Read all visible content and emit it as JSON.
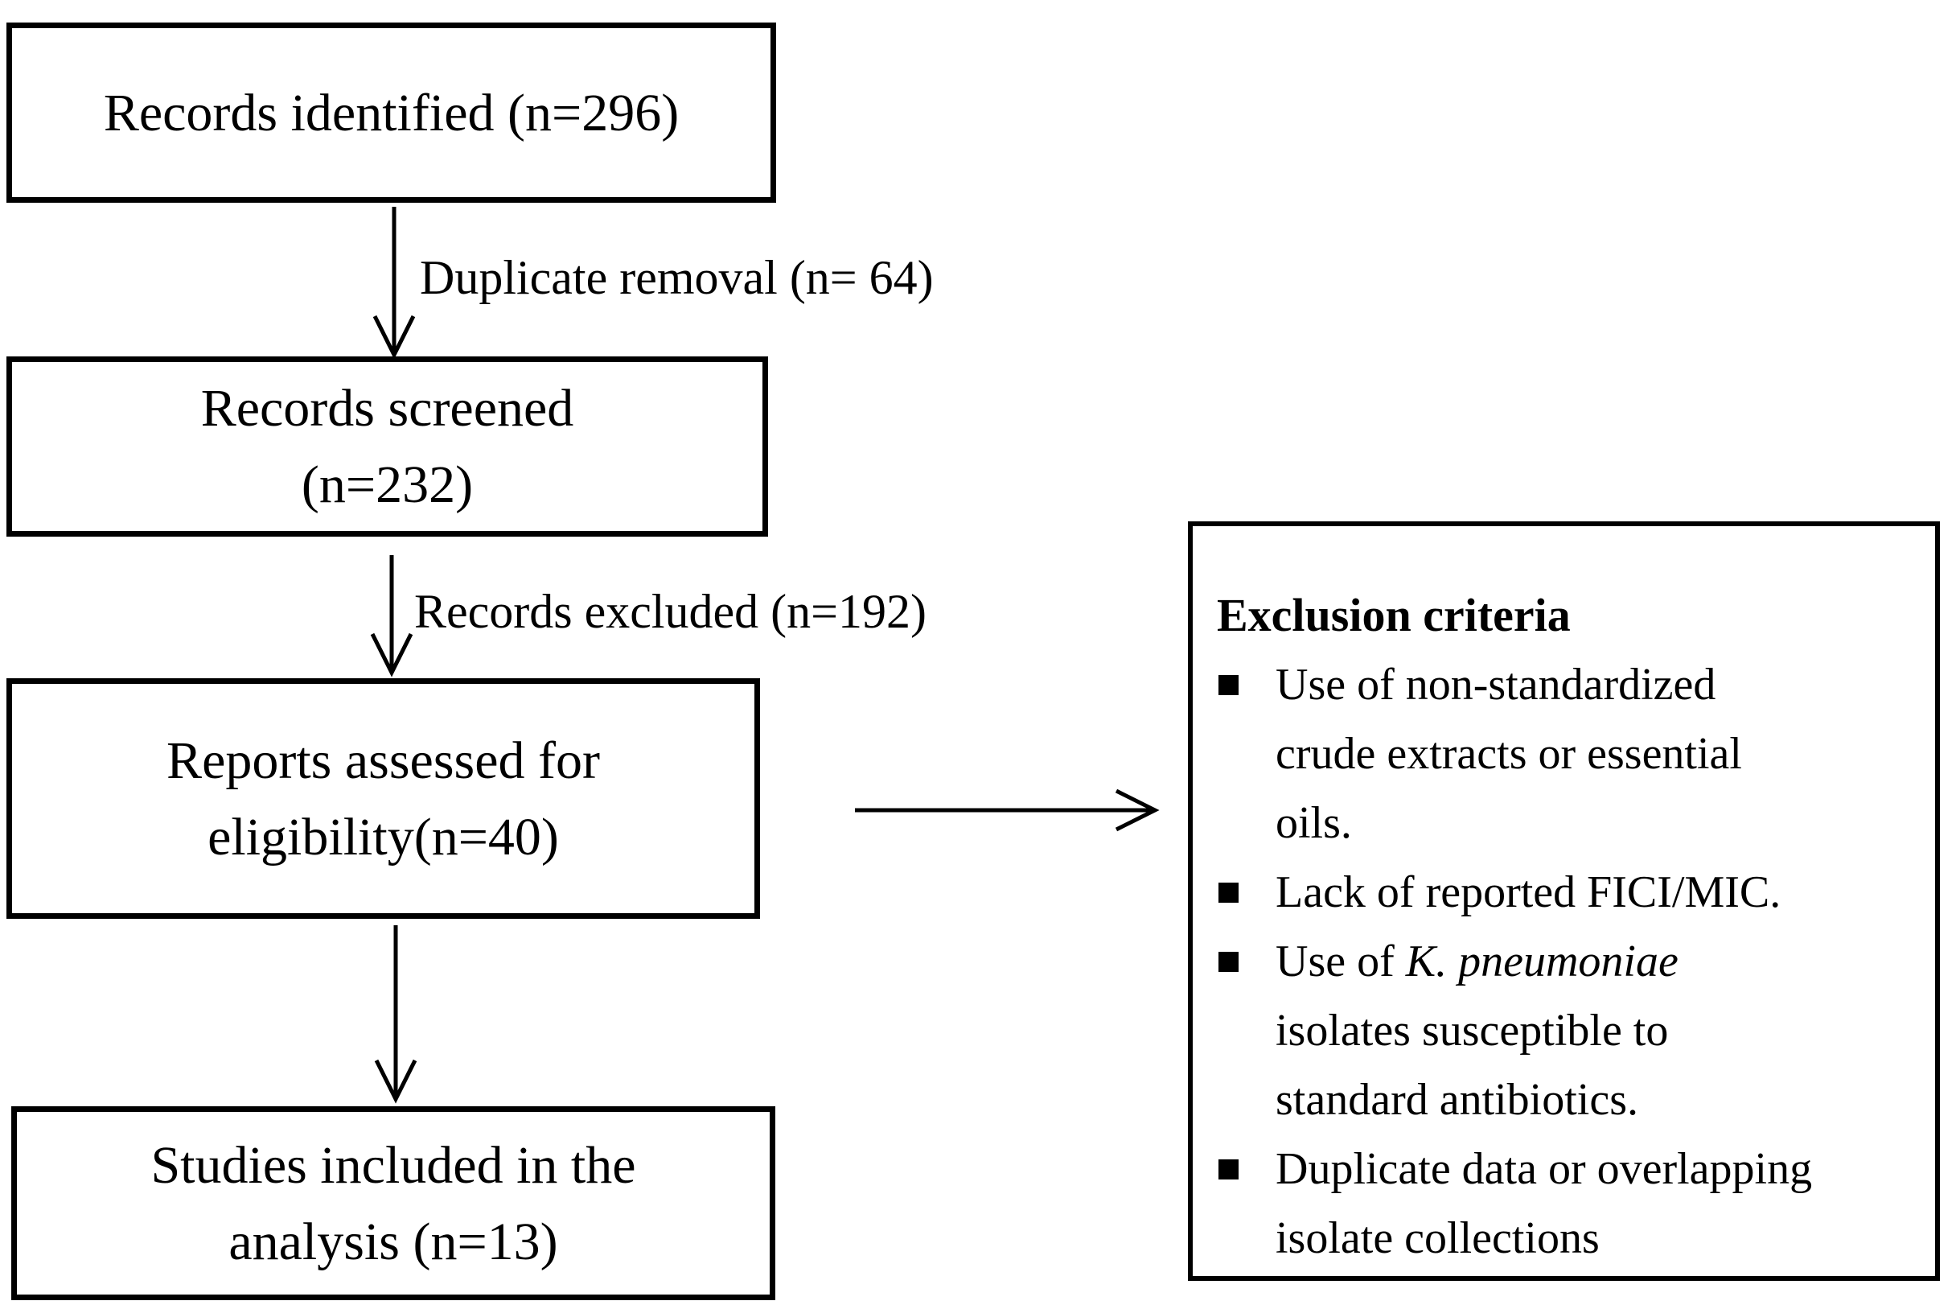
{
  "colors": {
    "ink": "#000000",
    "paper": "#ffffff"
  },
  "flow": {
    "box_identified": {
      "line1": "Records identified (n=296)"
    },
    "arrow1_label": "Duplicate removal (n= 64)",
    "box_screened": {
      "line1": "Records screened",
      "line2": "(n=232)"
    },
    "arrow2_label": "Records excluded (n=192)",
    "box_assessed": {
      "line1": "Reports assessed for",
      "line2": "eligibility(n=40)"
    },
    "box_included": {
      "line1": "Studies included in the",
      "line2": "analysis (n=13)"
    }
  },
  "exclusion_panel": {
    "title": "Exclusion criteria",
    "bullet1": "Use of non-standardized\ncrude extracts or essential\noils.",
    "bullet2": "Lack of reported FICI/MIC.",
    "bullet3_prefix": "Use of ",
    "bullet3_italic": "K. pneumoniae",
    "bullet3_suffix": "\nisolates susceptible to\nstandard antibiotics.",
    "bullet4": "Duplicate data or overlapping\nisolate collections"
  }
}
